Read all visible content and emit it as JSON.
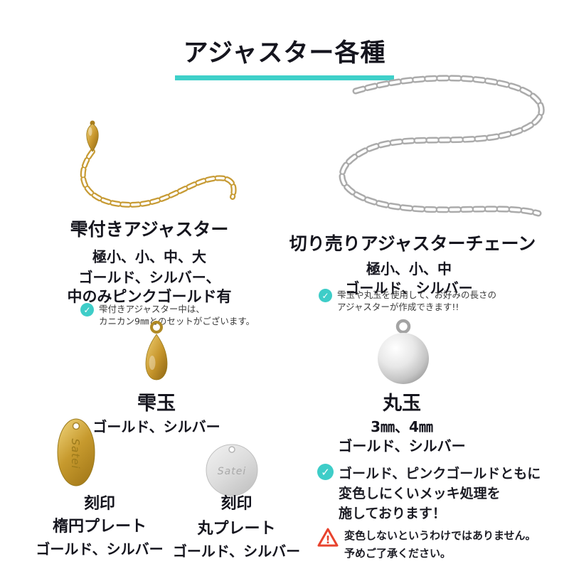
{
  "title": "アジャスター各種",
  "icons": {
    "check": "✓",
    "warning": "!"
  },
  "colors": {
    "accent_teal": "#3fd0c9",
    "gold": "#C6952B",
    "silver": "#ABABAB",
    "warning_red": "#E8432E",
    "title_text": "#15151E"
  },
  "sections": {
    "drop_adjuster": {
      "heading": "雫付きアジャスター",
      "sizes": "極小、小、中、大",
      "colors1": "ゴールド、シルバー、",
      "colors2": "中のみピンクゴールド有",
      "note1": "雫付きアジャスター中は、",
      "note2": "カニカン9㎜とのセットがございます。"
    },
    "cut_chain": {
      "heading": "切り売りアジャスターチェーン",
      "sizes": "極小、小、中",
      "colors": "ゴールド、シルバー",
      "note1": "雫玉や丸玉を使用して、お好みの長さの",
      "note2": "アジャスターが作成できます!!"
    },
    "drop_ball": {
      "heading": "雫玉",
      "colors": "ゴールド、シルバー"
    },
    "round_ball": {
      "heading": "丸玉",
      "sizes": "3㎜、4㎜",
      "colors": "ゴールド、シルバー"
    },
    "oval_plate": {
      "line1": "刻印",
      "line2": "楕円プレート",
      "line3": "ゴールド、シルバー",
      "engraving": "Satei"
    },
    "round_plate": {
      "line1": "刻印",
      "line2": "丸プレート",
      "line3": "ゴールド、シルバー",
      "engraving": "Satei"
    },
    "plating_note": {
      "line1": "ゴールド、ピンクゴールドともに",
      "line2": "変色しにくいメッキ処理を",
      "line3": "施しております！"
    },
    "warning": {
      "line1": "変色しないというわけではありません。",
      "line2": "予めご了承ください。"
    }
  }
}
